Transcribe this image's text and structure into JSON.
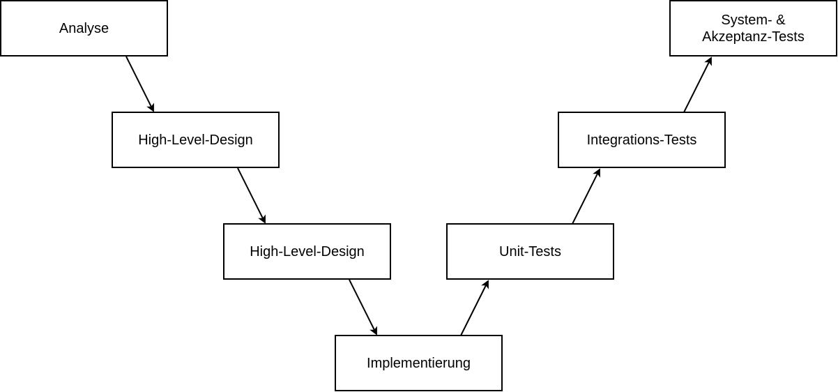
{
  "diagram": {
    "nodes": [
      {
        "id": "analyse",
        "label": "Analyse"
      },
      {
        "id": "high-level-design-1",
        "label": "High-Level-Design"
      },
      {
        "id": "high-level-design-2",
        "label": "High-Level-Design"
      },
      {
        "id": "implementierung",
        "label": "Implementierung"
      },
      {
        "id": "unit-tests",
        "label": "Unit-Tests"
      },
      {
        "id": "integrations-tests",
        "label": "Integrations-Tests"
      },
      {
        "id": "system-akzeptanz-tests",
        "label": "System- &\nAkzeptanz-Tests"
      }
    ],
    "edges": [
      {
        "from": "analyse",
        "to": "high-level-design-1"
      },
      {
        "from": "high-level-design-1",
        "to": "high-level-design-2"
      },
      {
        "from": "high-level-design-2",
        "to": "implementierung"
      },
      {
        "from": "implementierung",
        "to": "unit-tests"
      },
      {
        "from": "unit-tests",
        "to": "integrations-tests"
      },
      {
        "from": "integrations-tests",
        "to": "system-akzeptanz-tests"
      }
    ]
  }
}
